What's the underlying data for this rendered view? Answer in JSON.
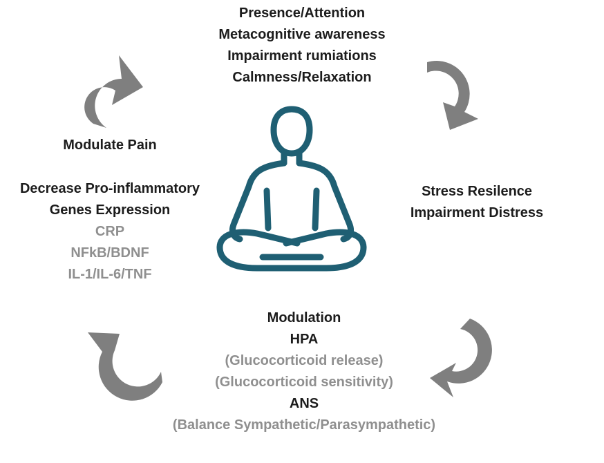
{
  "top": {
    "lines": [
      "Presence/Attention",
      "Metacognitive awareness",
      "Impairment rumiations",
      "Calmness/Relaxation"
    ]
  },
  "right": {
    "lines": [
      "Stress Resilence",
      "Impairment Distress"
    ]
  },
  "left": {
    "heading": "Modulate Pain",
    "lines": [
      "Decrease Pro-inflammatory",
      "Genes Expression"
    ],
    "markers": [
      "CRP",
      "NFkB/BDNF",
      "IL-1/IL-6/TNF"
    ]
  },
  "bottom": {
    "title": "Modulation",
    "hpa": "HPA",
    "hpa_items": [
      "(Glucocorticoid release)",
      "(Glucocorticoid sensitivity)"
    ],
    "ans": "ANS",
    "ans_item": "(Balance Sympathetic/Parasympathetic)"
  },
  "colors": {
    "figure": "#1f5f73",
    "arrow": "#7f7f7f",
    "text": "#1c1c1c",
    "muted": "#8f8f8f"
  },
  "icons": {
    "center": "meditating-person-icon",
    "arrows": "curved-cycle-arrow-icon"
  }
}
